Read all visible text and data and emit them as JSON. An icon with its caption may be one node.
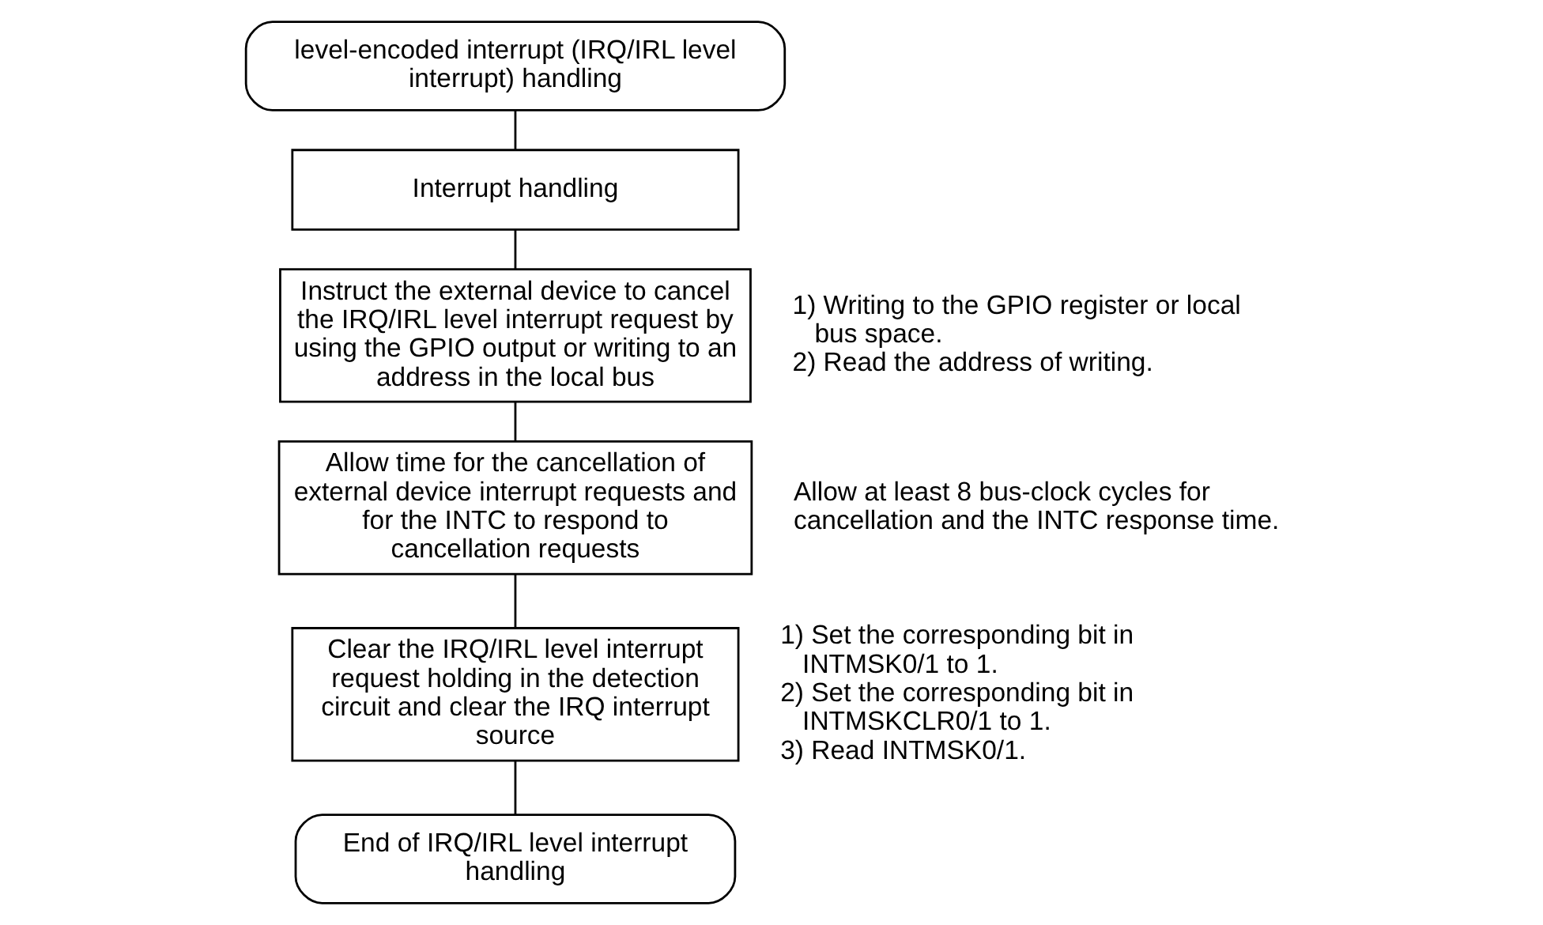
{
  "diagram": {
    "nodes": [
      {
        "text": [
          "level-encoded interrupt (IRQ/IRL level interrupt) handling"
        ]
      },
      {
        "text": [
          "Interrupt handling"
        ]
      },
      {
        "text": [
          "Instruct the external device to cancel the IRQ/IRL level interrupt request by using the GPIO output or writing to an address in the local bus"
        ],
        "beside": [
          "1) Writing to the GPIO register or local bus space.",
          "2) Read the address of writing."
        ]
      },
      {
        "text": [
          "Allow time for the cancellation of external device interrupt requests and for the INTC to respond to cancellation requests"
        ],
        "beside": [
          "Allow at least 8 bus-clock cycles for cancellation and the INTC response time."
        ]
      },
      {
        "text": [
          "Clear the IRQ/IRL level interrupt request holding in the detection circuit and clear the IRQ interrupt source"
        ],
        "beside": [
          "1) Set the corresponding bit in INTMSK0/1 to 1.",
          "2) Set the corresponding bit in INTMSKCLR0/1 to 1.",
          "3) Read INTMSK0/1."
        ]
      },
      {
        "text": [
          "End of IRQ/IRL level interrupt handling"
        ]
      }
    ],
    "edges": [
      {
        "from": 0,
        "to": 1,
        "arrow": "none"
      },
      {
        "from": 1,
        "to": 2,
        "arrow": "none"
      },
      {
        "from": 2,
        "to": 3,
        "arrow": "none"
      },
      {
        "from": 3,
        "to": 4,
        "arrow": "none"
      },
      {
        "from": 4,
        "to": 5,
        "arrow": "none"
      }
    ]
  }
}
